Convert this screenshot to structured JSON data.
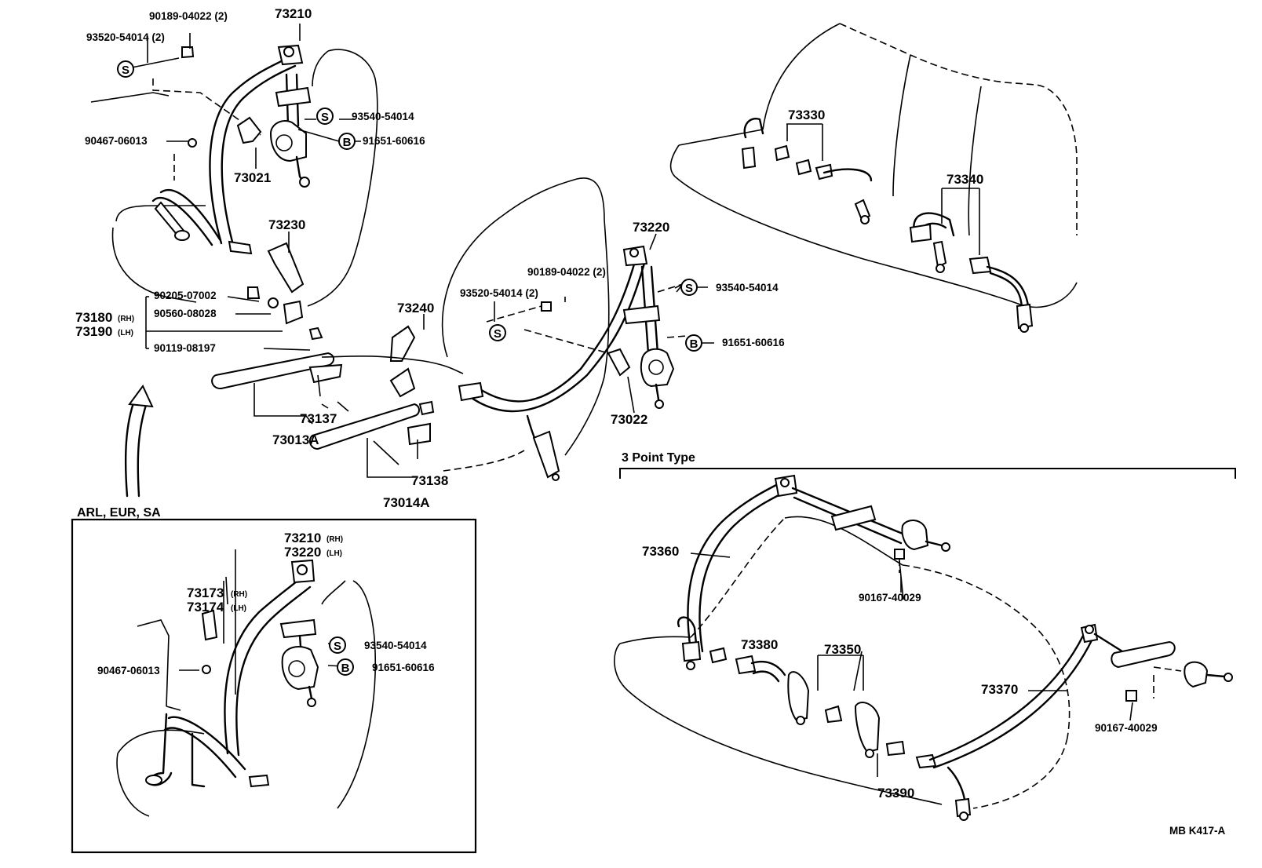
{
  "labels": {
    "p90189_a": "90189-04022 (2)",
    "p73210": "73210",
    "p93520_a": "93520-54014 (2)",
    "s_a": "S",
    "p93540_a": "93540-54014",
    "b_a": "B",
    "p91651_a": "91651-60616",
    "p90467_a": "90467-06013",
    "p73021": "73021",
    "p73230": "73230",
    "p90205": "90205-07002",
    "p90560": "90560-08028",
    "p73180": "73180",
    "p73180_rh": "(RH)",
    "p73190": "73190",
    "p73190_lh": "(LH)",
    "p90119": "90119-08197",
    "p73240": "73240",
    "p73137": "73137",
    "p73013a": "73013A",
    "p73138": "73138",
    "p73014a": "73014A",
    "p73220": "73220",
    "p90189_b": "90189-04022 (2)",
    "p93520_b": "93520-54014 (2)",
    "s_b": "S",
    "p93540_b": "93540-54014",
    "s_c": "S",
    "p91651_b": "91651-60616",
    "b_b": "B",
    "p73022": "73022",
    "p73330": "73330",
    "p73340": "73340",
    "three_point": "3 Point Type",
    "arl": "ARL, EUR, SA",
    "inset_73210": "73210",
    "inset_73210_rh": "(RH)",
    "inset_73220": "73220",
    "inset_73220_lh": "(LH)",
    "inset_73173": "73173",
    "inset_73173_rh": "(RH)",
    "inset_73174": "73174",
    "inset_73174_lh": "(LH)",
    "inset_93540": "93540-54014",
    "s_d": "S",
    "inset_91651": "91651-60616",
    "b_c": "B",
    "inset_90467": "90467-06013",
    "p73360": "73360",
    "p90167_a": "90167-40029",
    "p73380": "73380",
    "p73350": "73350",
    "p73370": "73370",
    "p90167_b": "90167-40029",
    "p73390": "73390",
    "footer_code": "MB  K417-A"
  }
}
